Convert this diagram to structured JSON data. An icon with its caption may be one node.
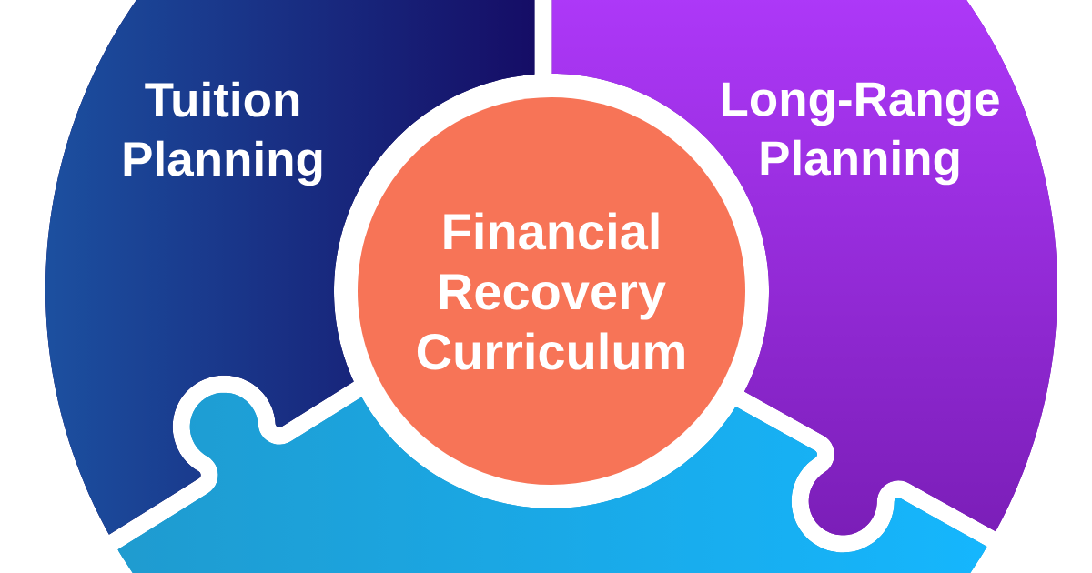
{
  "diagram": {
    "nodes": [
      {
        "text": [
          "Tuition Planning"
        ]
      },
      {
        "text": [
          "Long-Range Planning"
        ]
      },
      {
        "text": [
          "Financial Recovery Curriculum"
        ]
      },
      {
        "text": [],
        "shape": "puzzle"
      }
    ]
  }
}
